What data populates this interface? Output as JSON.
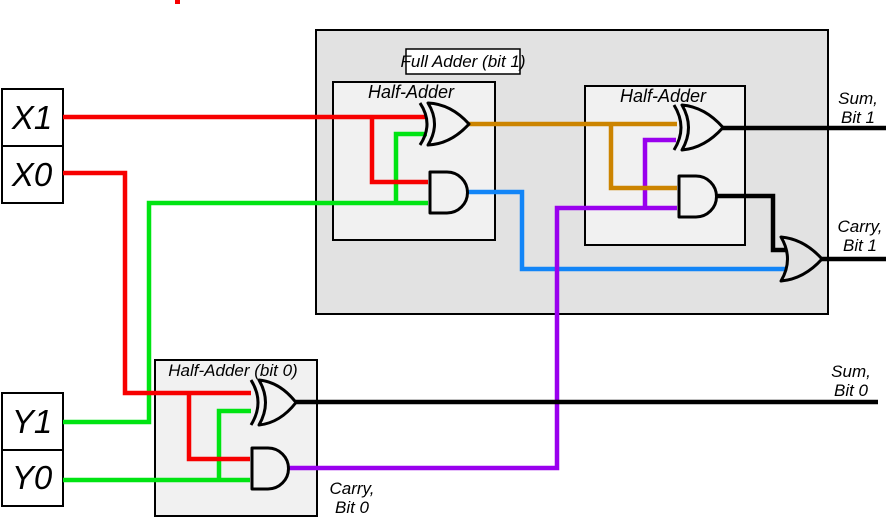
{
  "diagram": {
    "inputs": [
      {
        "label": "X1"
      },
      {
        "label": "X0"
      },
      {
        "label": "Y1"
      },
      {
        "label": "Y0"
      }
    ],
    "full_adder": {
      "title": "Full Adder (bit 1)",
      "half_adder_left_title": "Half-Adder",
      "half_adder_right_title": "Half-Adder"
    },
    "half_adder_bit0": {
      "title": "Half-Adder (bit 0)"
    },
    "outputs": {
      "sum_bit1": {
        "line1": "Sum,",
        "line2": "Bit 1"
      },
      "carry_bit1": {
        "line1": "Carry,",
        "line2": "Bit 1"
      },
      "sum_bit0": {
        "line1": "Sum,",
        "line2": "Bit 0"
      },
      "carry_bit0": {
        "line1": "Carry,",
        "line2": "Bit 0"
      }
    },
    "colors": {
      "red": "#f70000",
      "green": "#00e412",
      "orange": "#cc8400",
      "blue": "#1285f7",
      "purple": "#9900ee",
      "wire_black": "#000000"
    }
  }
}
